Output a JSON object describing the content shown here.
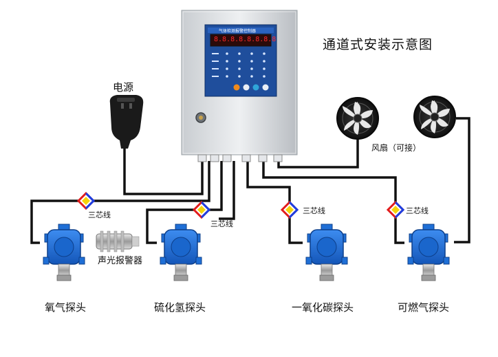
{
  "title": "通道式安装示意图",
  "labels": {
    "power": "电源",
    "fan": "风扇（可接）",
    "sound_light_alarm": "声光报警器",
    "three_core_wire": "三芯线"
  },
  "panel": {
    "header": "气体检测报警控制器",
    "display": "8.8.8.8.8.8.8.8"
  },
  "detectors": [
    {
      "name": "氧气探头"
    },
    {
      "name": "硫化氢探头"
    },
    {
      "name": "一氧化碳探头"
    },
    {
      "name": "可燃气探头"
    }
  ],
  "colors": {
    "detector_blue": "#1f6fd6",
    "panel_screen": "#1f4e9c",
    "wire": "#111111",
    "marker_red": "#e21b1b",
    "marker_yellow": "#f5d40a",
    "marker_blue": "#1b3ee2"
  }
}
